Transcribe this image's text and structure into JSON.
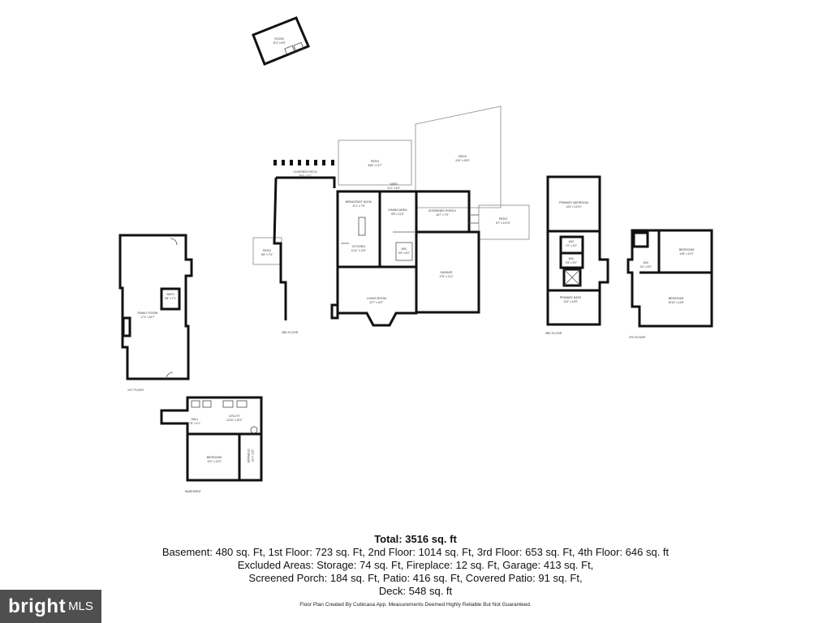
{
  "rooms": {
    "room_top": {
      "name": "ROOM",
      "dims": "11'0\" x 8'8\""
    },
    "patio_top": {
      "name": "PATIO",
      "dims": "36'8\" x 11'7\""
    },
    "deck": {
      "name": "DECK",
      "dims": "24'4\" x 26'5\""
    },
    "covered_patio": {
      "name": "COVERED PATIO",
      "dims": "25'3\" x 3'1\""
    },
    "yard": {
      "name": "YARD",
      "dims": "12'1\" x 4'5\""
    },
    "breakfast_nook": {
      "name": "BREAKFAST NOOK",
      "dims": "11'1\" x 7'5\""
    },
    "dining_area": {
      "name": "DINING AREA",
      "dims": "8'8\" x 11'6\""
    },
    "screened_porch": {
      "name": "SCREENED PORCH",
      "dims": "16'7\" x 7'9\""
    },
    "patio_side": {
      "name": "PATIO",
      "dims": "6'8\" x 7'6\""
    },
    "patio_right": {
      "name": "PATIO",
      "dims": "8'7\" x 10'10\""
    },
    "kitchen": {
      "name": "KITCHEN",
      "dims": "11'11\" x 13'2\""
    },
    "wic_2nd": {
      "name": "WIC",
      "dims": "5'9\" x 6'0\""
    },
    "garage": {
      "name": "GARAGE",
      "dims": "17'6\" x 21'1\""
    },
    "living_room": {
      "name": "LIVING ROOM",
      "dims": "22'7\" x 15'7\""
    },
    "family_room": {
      "name": "FAMILY ROOM",
      "dims": "17'1\" x 16'7\""
    },
    "bath_1st": {
      "name": "BATH",
      "dims": "5'8\" x 7'1\""
    },
    "primary_bedroom": {
      "name": "PRIMARY BEDROOM",
      "dims": "14'4\" x 14'10\""
    },
    "wic_3rd_a": {
      "name": "WIC",
      "dims": "7'0\" x 3'3\""
    },
    "wic_3rd_b": {
      "name": "WIC",
      "dims": "6'9\" x 5'0\""
    },
    "primary_bath": {
      "name": "PRIMARY BATH",
      "dims": "13'4\" x 14'6\""
    },
    "bedroom_4a": {
      "name": "BEDROOM",
      "dims": "14'8\" x 12'2\""
    },
    "bedroom_4b": {
      "name": "BEDROOM",
      "dims": "16'10\" x 14'8\""
    },
    "wic_4th": {
      "name": "WIC",
      "dims": "5'4\" x 5'0\""
    },
    "utility": {
      "name": "UTILITY",
      "dims": "24'10\" x 10'0\""
    },
    "bedroom_bsmt": {
      "name": "BEDROOM",
      "dims": "13'1\" x 12'3\""
    },
    "hall_bsmt": {
      "name": "HALL",
      "dims": "7'8\" x 4'1\""
    },
    "storage": {
      "name": "STORAGE",
      "dims": "12'2\" x 5'0\""
    }
  },
  "floor_labels": {
    "first": "1ST FLOOR",
    "second": "2ND FLOOR",
    "third": "3RD FLOOR",
    "fourth": "4TH FLOOR",
    "basement": "BASEMENT"
  },
  "summary": {
    "total": "Total: 3516 sq. ft",
    "line1": "Basement: 480 sq. Ft, 1st Floor: 723 sq. Ft, 2nd Floor: 1014 sq. Ft, 3rd Floor: 653 sq. Ft, 4th Floor: 646 sq. ft",
    "line2": "Excluded Areas: Storage: 74 sq. Ft, Fireplace: 12 sq. Ft, Garage: 413 sq. Ft,",
    "line3": "Screened Porch: 184 sq. Ft, Patio: 416 sq. Ft, Covered Patio: 91 sq. Ft,",
    "line4": "Deck: 548 sq. ft"
  },
  "credit": "Floor Plan Created By Cubicasa App. Measurements Deemed Highly Reliable But Not Guaranteed.",
  "logo": {
    "brand": "bright",
    "suffix": "MLS"
  }
}
